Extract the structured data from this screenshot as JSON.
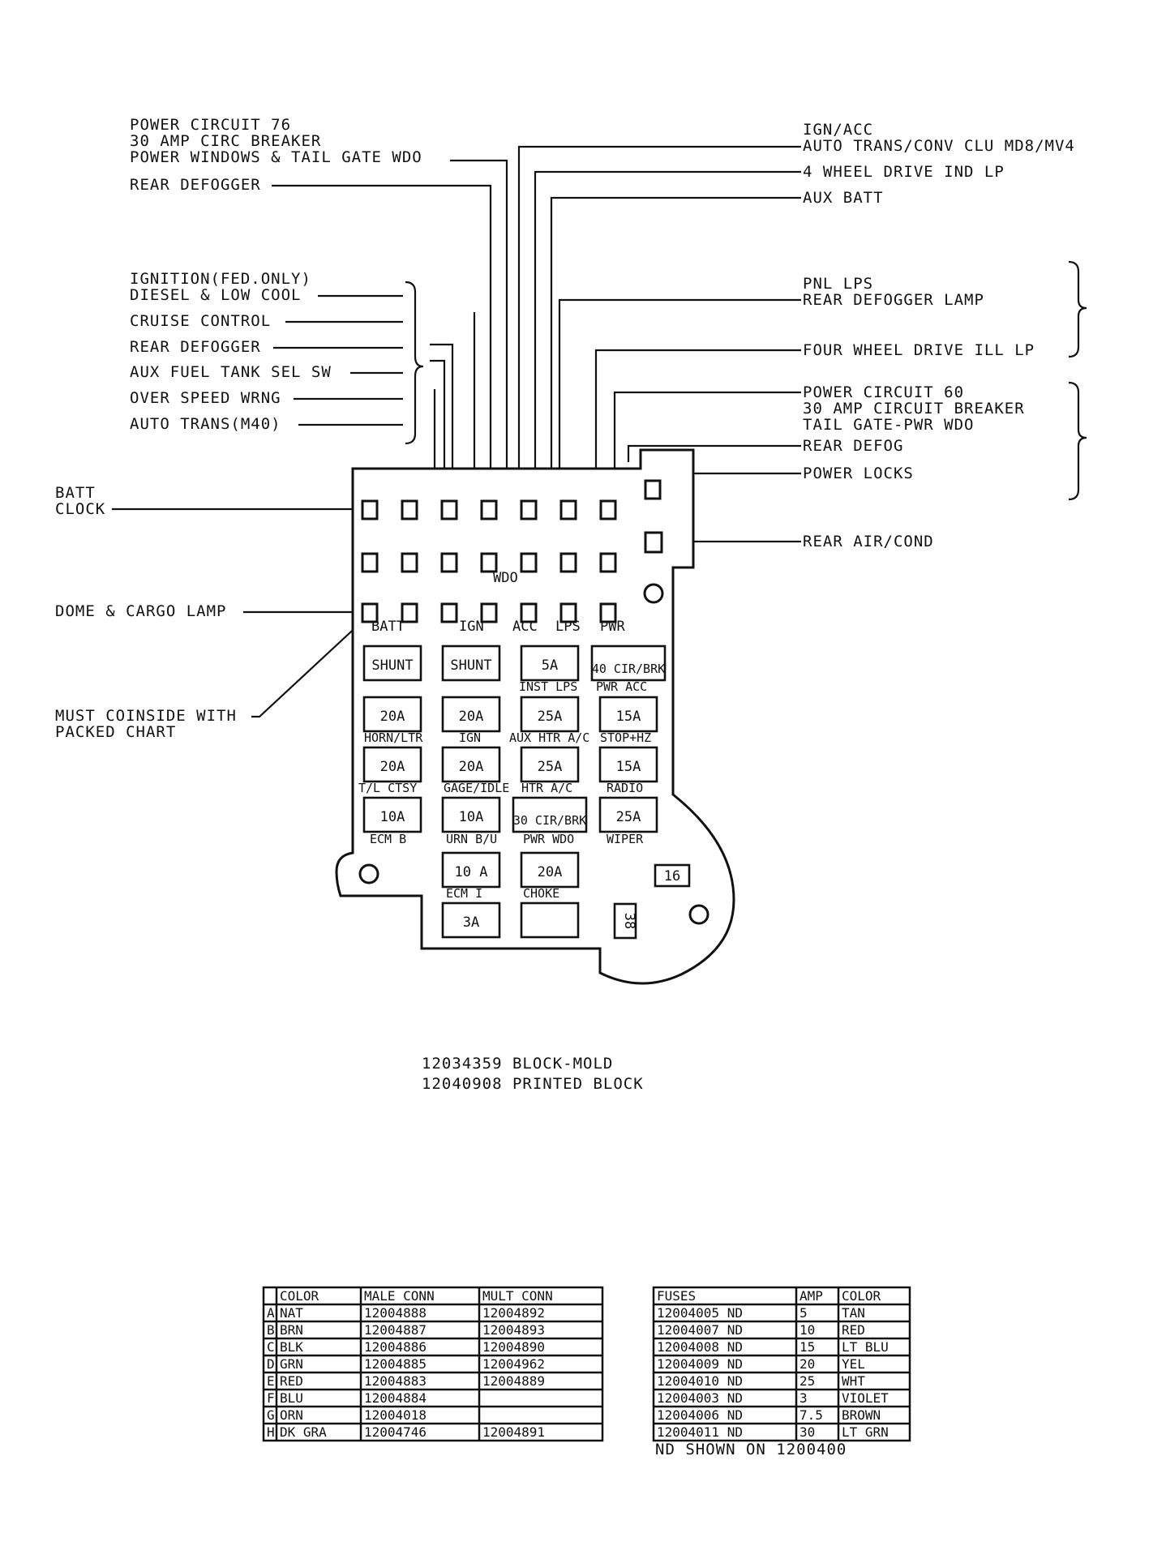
{
  "left_labels": {
    "pc76": [
      "POWER CIRCUIT 76",
      "30 AMP CIRC BREAKER",
      "POWER WINDOWS & TAIL GATE WDO"
    ],
    "rear_defogger_top": "REAR DEFOGGER",
    "ignition": [
      "IGNITION(FED.ONLY)",
      "DIESEL & LOW COOL"
    ],
    "cruise": "CRUISE CONTROL",
    "rear_defogger": "REAR DEFOGGER",
    "aux_fuel": "AUX FUEL TANK SEL SW",
    "over_speed": "OVER SPEED WRNG",
    "auto_trans": "AUTO TRANS(M40)",
    "batt_clock": [
      "BATT",
      "CLOCK"
    ],
    "dome": "DOME & CARGO LAMP",
    "must": [
      "MUST COINSIDE WITH",
      "PACKED CHART"
    ]
  },
  "right_labels": {
    "ign_acc": [
      "IGN/ACC",
      "AUTO TRANS/CONV CLU MD8/MV4"
    ],
    "four_wd_ind": "4 WHEEL DRIVE IND LP",
    "aux_batt": "AUX BATT",
    "pnl": [
      "PNL LPS",
      "REAR DEFOGGER LAMP"
    ],
    "four_wd_ill": "FOUR WHEEL DRIVE ILL LP",
    "pc60": [
      "POWER CIRCUIT 60",
      "30 AMP CIRCUIT BREAKER",
      "TAIL GATE-PWR WDO"
    ],
    "rear_defog": "REAR DEFOG",
    "power_locks": "POWER LOCKS",
    "rear_air": "REAR AIR/COND"
  },
  "block": {
    "wdo": "WDO",
    "row_labels": [
      "BATT",
      "IGN",
      "ACC",
      "LPS",
      "PWR"
    ],
    "fuses": [
      {
        "id": "f1",
        "label": "SHUNT"
      },
      {
        "id": "f2",
        "label": "SHUNT"
      },
      {
        "id": "f3",
        "label": "5A"
      },
      {
        "id": "f4",
        "label": "40 CIR/BRK"
      },
      {
        "id": "f5",
        "label": "20A"
      },
      {
        "id": "f6",
        "label": "20A"
      },
      {
        "id": "f7",
        "label": "25A"
      },
      {
        "id": "f8",
        "label": "15A"
      },
      {
        "id": "f9",
        "label": "20A"
      },
      {
        "id": "f10",
        "label": "20A"
      },
      {
        "id": "f11",
        "label": "25A"
      },
      {
        "id": "f12",
        "label": "15A"
      },
      {
        "id": "f13",
        "label": "10A"
      },
      {
        "id": "f14",
        "label": "10A"
      },
      {
        "id": "f15",
        "label": "30 CIR/BRK"
      },
      {
        "id": "f16",
        "label": "25A"
      },
      {
        "id": "f17",
        "label": "10 A"
      },
      {
        "id": "f18",
        "label": "20A"
      },
      {
        "id": "f19",
        "label": "3A"
      },
      {
        "id": "f20",
        "label": ""
      }
    ],
    "captions": [
      "INST LPS",
      "PWR ACC",
      "HORN/LTR",
      "IGN",
      "AUX HTR A/C",
      "STOP+HZ",
      "T/L CTSY",
      "GAGE/IDLE",
      "HTR A/C",
      "RADIO",
      "ECM B",
      "URN B/U",
      "PWR WDO",
      "WIPER",
      "ECM I",
      "CHOKE"
    ],
    "relay_16": "16",
    "relay_38": "38"
  },
  "part_numbers": [
    "12034359   BLOCK-MOLD",
    "12040908   PRINTED BLOCK"
  ],
  "connector_table": {
    "headers": [
      "",
      "COLOR",
      "MALE CONN",
      "MULT CONN"
    ],
    "rows": [
      [
        "A",
        "NAT",
        "12004888",
        "12004892"
      ],
      [
        "B",
        "BRN",
        "12004887",
        "12004893"
      ],
      [
        "C",
        "BLK",
        "12004886",
        "12004890"
      ],
      [
        "D",
        "GRN",
        "12004885",
        "12004962"
      ],
      [
        "E",
        "RED",
        "12004883",
        "12004889"
      ],
      [
        "F",
        "BLU",
        "12004884",
        ""
      ],
      [
        "G",
        "ORN",
        "12004018",
        ""
      ],
      [
        "H",
        "DK GRA",
        "12004746",
        "12004891"
      ]
    ]
  },
  "fuse_table": {
    "headers": [
      "FUSES",
      "AMP",
      "COLOR"
    ],
    "rows": [
      [
        "12004005 ND",
        "5",
        "TAN"
      ],
      [
        "12004007 ND",
        "10",
        "RED"
      ],
      [
        "12004008 ND",
        "15",
        "LT BLU"
      ],
      [
        "12004009 ND",
        "20",
        "YEL"
      ],
      [
        "12004010 ND",
        "25",
        "WHT"
      ],
      [
        "12004003 ND",
        "3",
        "VIOLET"
      ],
      [
        "12004006 ND",
        "7.5",
        "BROWN"
      ],
      [
        "12004011 ND",
        "30",
        "LT GRN"
      ]
    ],
    "note": "ND SHOWN ON 1200400"
  }
}
